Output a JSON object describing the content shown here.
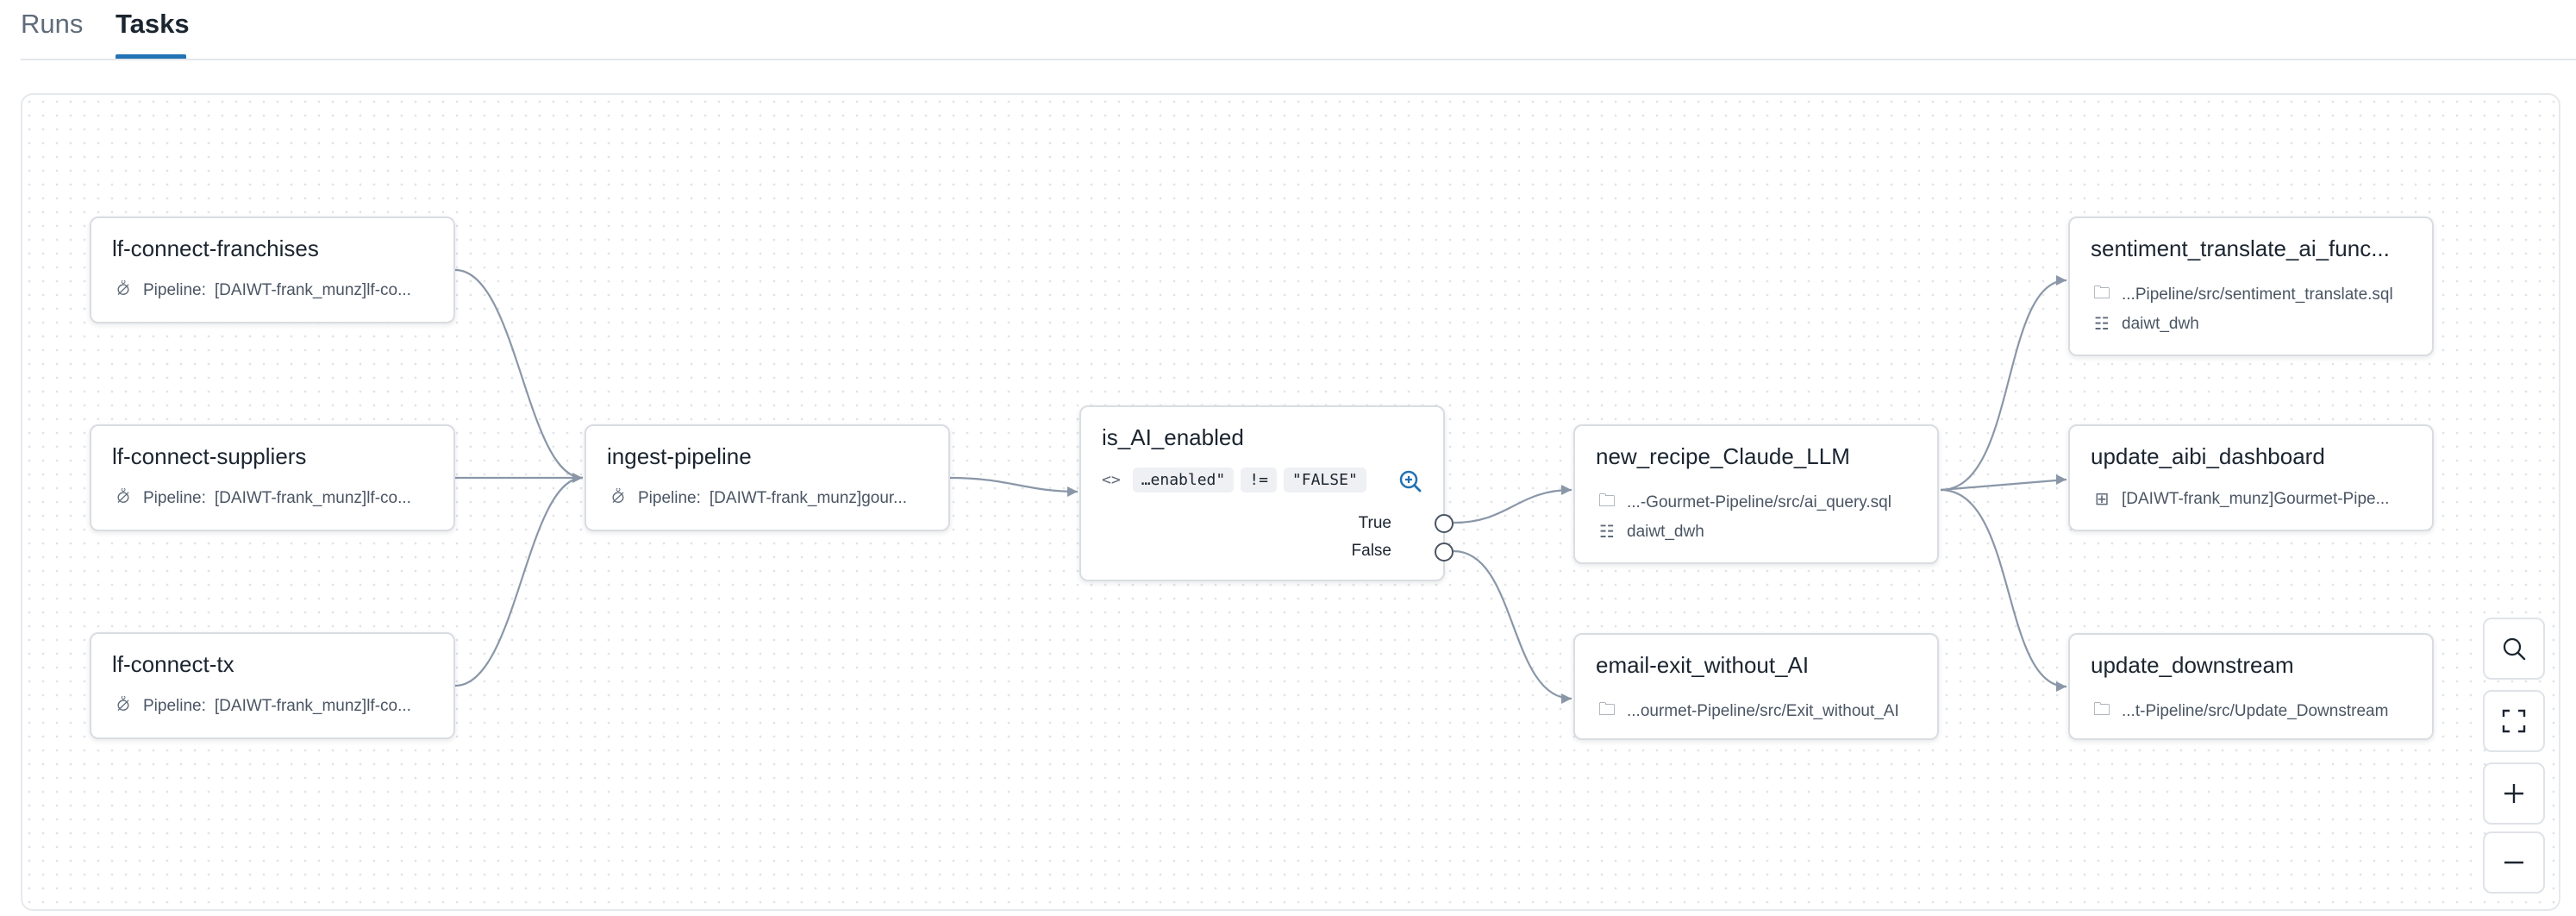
{
  "tabs": [
    {
      "label": "Runs",
      "active": false
    },
    {
      "label": "Tasks",
      "active": true
    }
  ],
  "nodes": {
    "lf_franchises": {
      "title": "lf-connect-franchises",
      "meta_label": "Pipeline:",
      "meta_value": "[DAIWT-frank_munz]lf-co...",
      "icon": "pipeline-icon"
    },
    "lf_suppliers": {
      "title": "lf-connect-suppliers",
      "meta_label": "Pipeline:",
      "meta_value": "[DAIWT-frank_munz]lf-co...",
      "icon": "pipeline-icon"
    },
    "lf_tx": {
      "title": "lf-connect-tx",
      "meta_label": "Pipeline:",
      "meta_value": "[DAIWT-frank_munz]lf-co...",
      "icon": "pipeline-icon"
    },
    "ingest": {
      "title": "ingest-pipeline",
      "meta_label": "Pipeline:",
      "meta_value": "[DAIWT-frank_munz]gour...",
      "icon": "pipeline-icon"
    },
    "is_ai": {
      "title": "is_AI_enabled",
      "left_operand": "…enabled\"",
      "operator": "!=",
      "right_operand": "\"FALSE\"",
      "true_label": "True",
      "false_label": "False"
    },
    "new_recipe": {
      "title": "new_recipe_Claude_LLM",
      "path": "...-Gourmet-Pipeline/src/ai_query.sql",
      "warehouse": "daiwt_dwh"
    },
    "email_exit": {
      "title": "email-exit_without_AI",
      "path": "...ourmet-Pipeline/src/Exit_without_AI"
    },
    "sentiment": {
      "title": "sentiment_translate_ai_func...",
      "path": "...Pipeline/src/sentiment_translate.sql",
      "warehouse": "daiwt_dwh"
    },
    "update_aibi": {
      "title": "update_aibi_dashboard",
      "dashboard": "[DAIWT-frank_munz]Gourmet-Pipe..."
    },
    "update_down": {
      "title": "update_downstream",
      "path": "...t-Pipeline/src/Update_Downstream"
    }
  },
  "controls": [
    "search-icon",
    "fit-view-icon",
    "zoom-in-icon",
    "zoom-out-icon"
  ],
  "colors": {
    "accent": "#2272b4",
    "edge": "#8a97a8",
    "border": "#d9dde2"
  }
}
